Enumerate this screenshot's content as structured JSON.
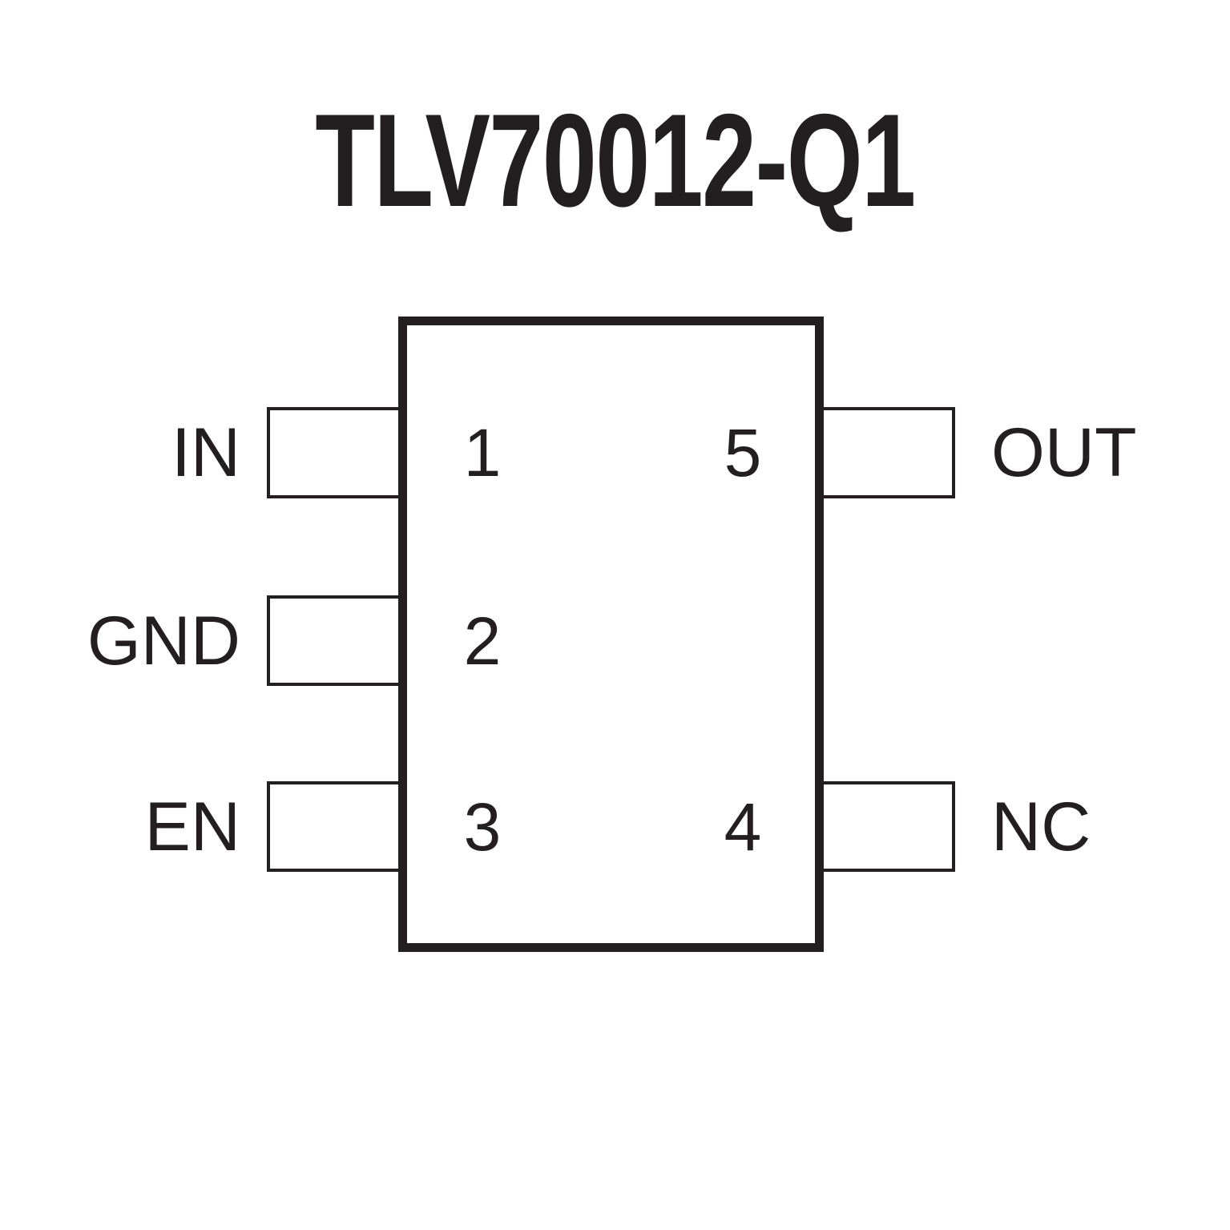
{
  "title": "TLV70012-Q1",
  "colors": {
    "ink": "#231f20",
    "background": "#ffffff"
  },
  "chip": {
    "package_pin_rows": 3,
    "left_pins": [
      {
        "number": "1",
        "label": "IN"
      },
      {
        "number": "2",
        "label": "GND"
      },
      {
        "number": "3",
        "label": "EN"
      }
    ],
    "right_pins": [
      {
        "number": "5",
        "label": "OUT"
      },
      {
        "number": "4",
        "label": "NC"
      }
    ]
  }
}
